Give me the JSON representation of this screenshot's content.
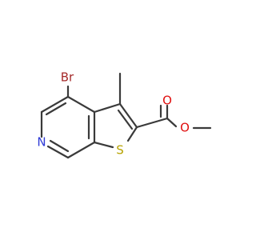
{
  "molecule": {
    "atoms": {
      "br": {
        "label": "Br",
        "color": "#a52a2a"
      },
      "n": {
        "label": "N",
        "color": "#2f3bd6"
      },
      "s": {
        "label": "S",
        "color": "#b7a300"
      },
      "o_carbonyl": {
        "label": "O",
        "color": "#e01010"
      },
      "o_ester": {
        "label": "O",
        "color": "#e01010"
      }
    },
    "bond_color": "#3a3a3a"
  }
}
